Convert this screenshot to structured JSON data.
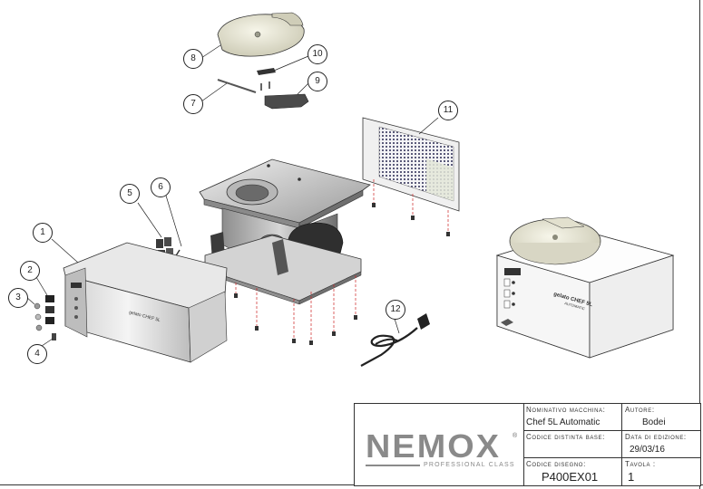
{
  "callouts": [
    "1",
    "2",
    "3",
    "4",
    "5",
    "6",
    "7",
    "8",
    "9",
    "10",
    "11",
    "12"
  ],
  "title_block": {
    "logo": "NEMOX",
    "logo_registered": "®",
    "logo_subtitle": "PROFESSIONAL CLASS",
    "machine_label": "Nominativo macchina:",
    "machine_value": "Chef 5L Automatic",
    "author_label": "Autore:",
    "author_value": "Bodei",
    "bom_label": "Codice distinta base:",
    "bom_value": "",
    "date_label": "Data di edizione:",
    "date_value": "29/03/16",
    "drawing_label": "Codice disegno:",
    "drawing_value": "P400EX01",
    "sheet_label": "Tavola :",
    "sheet_value": "1"
  },
  "product_labels": {
    "panel_brand": "gelato CHEF 5L",
    "panel_model": "AUTOMATIC"
  },
  "colors": {
    "line": "#333333",
    "metal_light": "#d9d9d9",
    "metal_mid": "#a9a9a9",
    "metal_dark": "#5a5a5a",
    "lid": "#ecebdc",
    "logo_gray": "#8a8a8a"
  }
}
